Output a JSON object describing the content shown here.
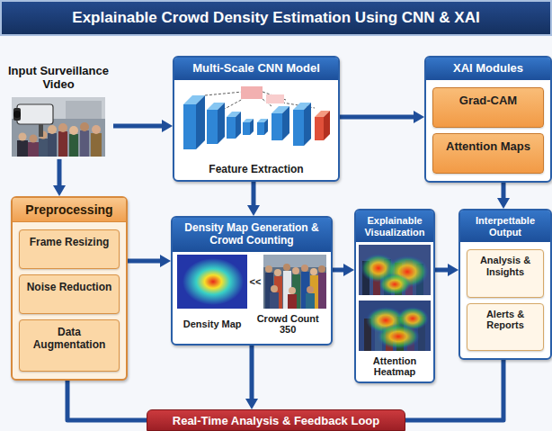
{
  "diagram": {
    "title": "Explainable Crowd Density Estimation Using CNN & XAI",
    "nodes": [
      {
        "text": [
          "Input Surveillance Video"
        ]
      },
      {
        "text": [
          "Multi-Scale CNN Model",
          "Feature Extraction"
        ]
      },
      {
        "text": [
          "XAI Modules"
        ]
      },
      {
        "text": [
          "Grad-CAM"
        ],
        "in": 2
      },
      {
        "text": [
          "Attention Maps"
        ],
        "in": 2
      },
      {
        "text": [
          "Preprocessing"
        ]
      },
      {
        "text": [
          "Frame Resizing"
        ],
        "in": 5
      },
      {
        "text": [
          "Noise Reduction"
        ],
        "in": 5
      },
      {
        "text": [
          "Data Augmentation"
        ],
        "in": 5
      },
      {
        "text": [
          "Density Map Generation & Crowd Counting",
          "Density Map",
          "Crowd Count 350"
        ]
      },
      {
        "text": [
          "Explainable Visualization",
          "Attention Heatmap"
        ]
      },
      {
        "text": [
          "Interpettable Output"
        ]
      },
      {
        "text": [
          "Analysis & Insights"
        ],
        "in": 11
      },
      {
        "text": [
          "Alerts & Reports"
        ],
        "in": 11
      },
      {
        "text": [
          "Real-Time Analysis & Feedback Loop"
        ]
      }
    ],
    "edges": [
      {
        "from": 0,
        "to": 1,
        "arrow": "to"
      },
      {
        "from": 0,
        "to": 5,
        "arrow": "to"
      },
      {
        "from": 1,
        "to": 2,
        "arrow": "to"
      },
      {
        "from": 1,
        "to": 9,
        "arrow": "to"
      },
      {
        "from": 5,
        "to": 9,
        "arrow": "to"
      },
      {
        "from": 2,
        "to": 11,
        "arrow": "to"
      },
      {
        "from": 9,
        "to": 10,
        "arrow": "to"
      },
      {
        "from": 10,
        "to": 11,
        "arrow": "to"
      },
      {
        "from": 9,
        "to": 14,
        "arrow": "to"
      },
      {
        "from": 5,
        "to": 14,
        "arrow": "none"
      },
      {
        "from": 11,
        "to": 14,
        "arrow": "none"
      }
    ],
    "labels": [
      "<<"
    ]
  }
}
